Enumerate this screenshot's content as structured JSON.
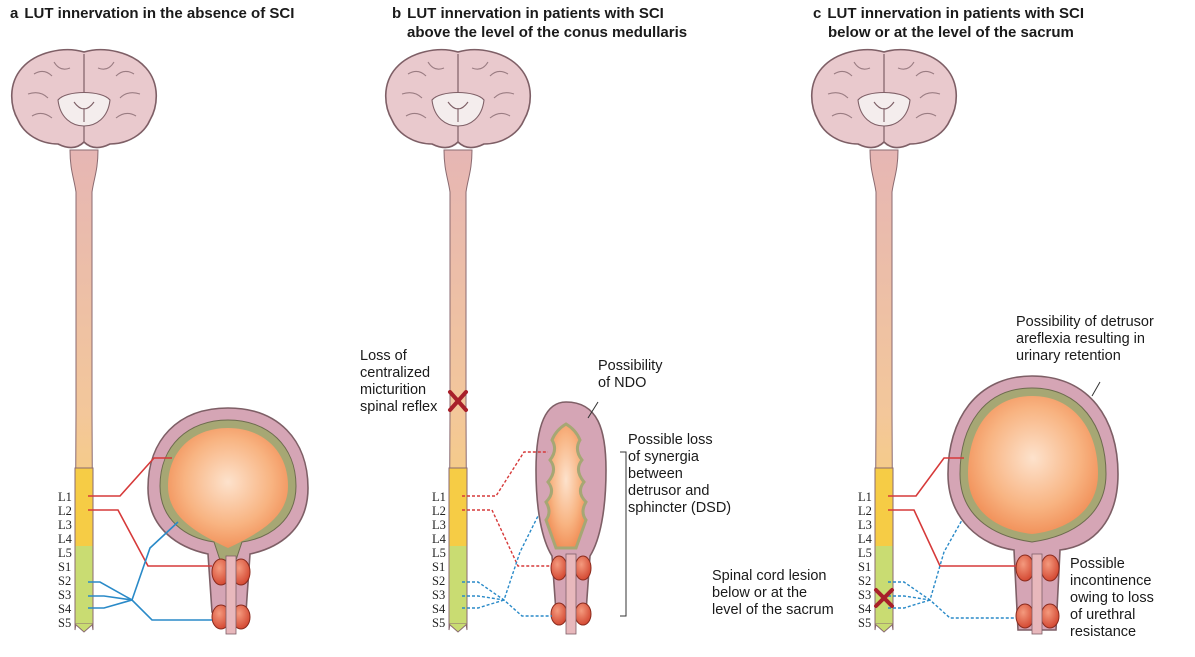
{
  "panels": [
    {
      "letter": "a",
      "title_lines": [
        "LUT innervation in the absence of SCI"
      ]
    },
    {
      "letter": "b",
      "title_lines": [
        "LUT innervation in patients with SCI",
        "above the level of the conus medullaris"
      ]
    },
    {
      "letter": "c",
      "title_lines": [
        "LUT innervation in patients with SCI",
        "below or at the level of the sacrum"
      ]
    }
  ],
  "segment_labels": [
    "L1",
    "L2",
    "L3",
    "L4",
    "L5",
    "S1",
    "S2",
    "S3",
    "S4",
    "S5"
  ],
  "annotations": {
    "b_loss": [
      "Loss of",
      "centralized",
      "micturition",
      "spinal reflex"
    ],
    "b_ndo": [
      "Possibility",
      "of NDO"
    ],
    "b_dsd": [
      "Possible loss",
      "of synergia",
      "between",
      "detrusor and",
      "sphincter (DSD)"
    ],
    "c_areflexia": [
      "Possibility of detrusor",
      "areflexia resulting in",
      "urinary retention"
    ],
    "c_lesion": [
      "Spinal cord lesion",
      "below or at the",
      "level of the sacrum"
    ],
    "c_incontinence": [
      "Possible",
      "incontinence",
      "owing to loss",
      "of urethral",
      "resistance"
    ]
  },
  "colors": {
    "brain": "#e8c8cc",
    "brain_outline": "#8a6a70",
    "cord_top": "#e8b4b4",
    "cord_lumbar": "#f5c842",
    "cord_sacral": "#c8dc6e",
    "bladder_wall": "#d4a4b4",
    "detrusor": "#a8a878",
    "bladder_inner": "#f6a36e",
    "sphincter": "#e05a40",
    "nerve_red": "#d63a3a",
    "nerve_blue": "#2a8ac8",
    "lesion_x": "#a8202a"
  }
}
